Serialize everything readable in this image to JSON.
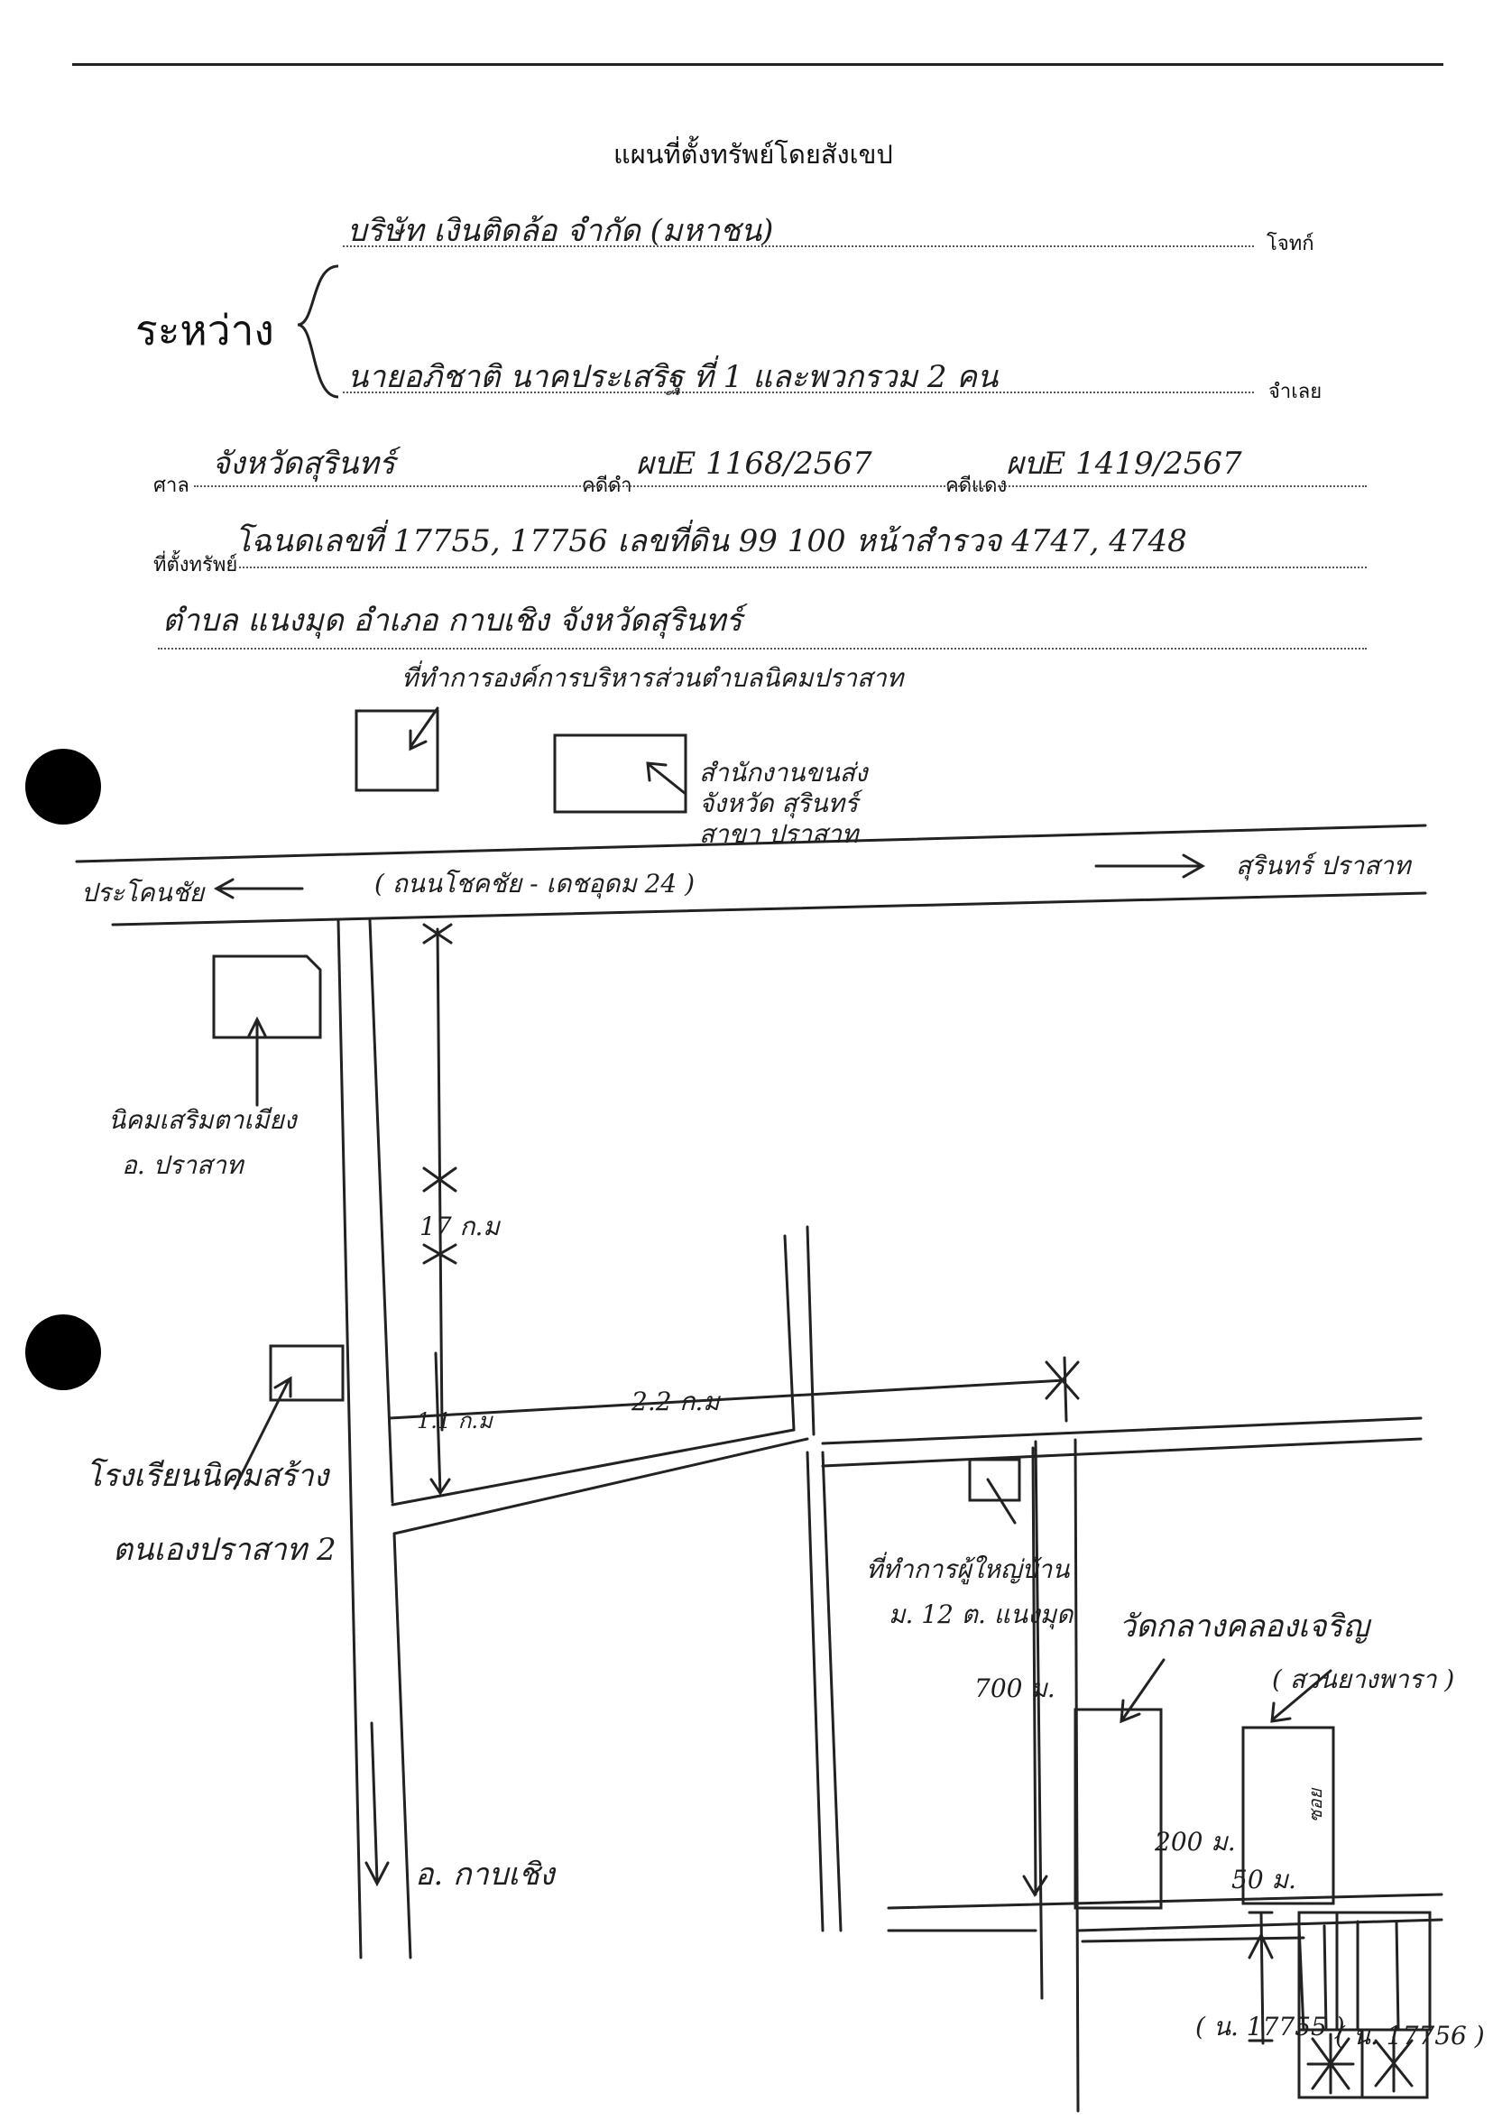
{
  "title": "แผนที่ตั้งทรัพย์โดยสังเขป",
  "parties": {
    "between_label": "ระหว่าง",
    "plaintiff_value": "บริษัท เงินติดล้อ จำกัด (มหาชน)",
    "plaintiff_label": "โจทก์",
    "defendant_value": "นายอภิชาติ นาคประเสริฐ ที่ 1 และพวกรวม 2 คน",
    "defendant_label": "จำเลย"
  },
  "case": {
    "court_label": "ศาล",
    "court_value": "จังหวัดสุรินทร์",
    "black_label": "คดีดำ",
    "black_value": "ผบE 1168/2567",
    "red_label": "คดีแดง",
    "red_value": "ผบE 1419/2567"
  },
  "location": {
    "label": "ที่ตั้งทรัพย์",
    "line1": "โฉนดเลขที่ 17755, 17756 เลขที่ดิน 99 100 หน้าสำรวจ 4747, 4748",
    "line2": "ตำบล แนงมุด อำเภอ กาบเชิง จังหวัดสุรินทร์"
  },
  "map_labels": {
    "tambon_office": "ที่ทำการองค์การบริหารส่วนตำบลนิคมปราสาท",
    "provincial_office": "สำนักงานขนส่งจังหวัด สุรินทร์ สาขา ปราสาท",
    "to_west": "ประโคนชัย",
    "main_road": "( ถนนโชคชัย - เดชอุดม 24 )",
    "to_east": "สุรินทร์ ปราสาท",
    "school_a": "นิคมเสริมตาเมียง",
    "school_a_district": "อ. ปราสาท",
    "dist_17km": "17 ก.ม",
    "dist_11km": "1.1 ก.ม",
    "dist_22km": "2.2 ก.ม",
    "school_b_line1": "โรงเรียนนิคมสร้าง",
    "school_b_line2": "ตนเองปราสาท 2",
    "village_office_line1": "ที่ทำการผู้ใหญ่บ้าน",
    "village_office_line2": "ม. 12 ต. แนงมุด",
    "dist_700m": "700 ม.",
    "temple": "วัดกลางคลองเจริญ",
    "rubber": "( สวนยางพารา )",
    "dist_200m": "200 ม.",
    "dist_50m": "50 ม.",
    "side_road": "ซอย",
    "to_south": "อ. กาบเชิง",
    "parcel_a": "( น. 17755 )",
    "parcel_b": "( น. 17756 )"
  }
}
